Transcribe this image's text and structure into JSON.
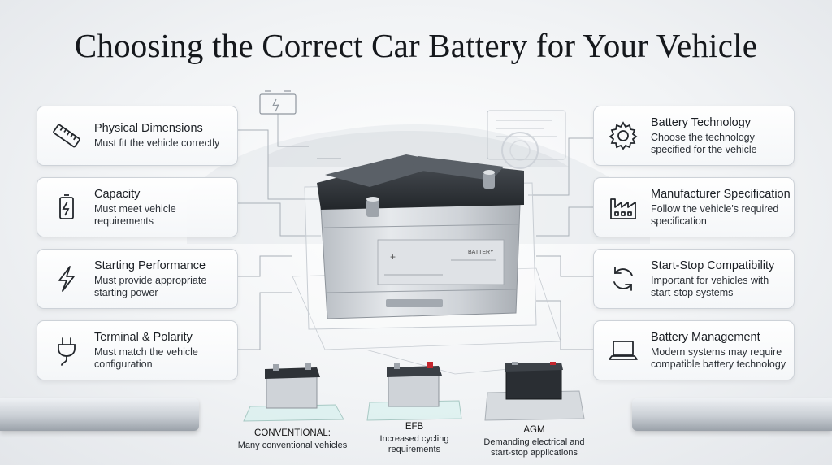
{
  "title": "Choosing the Correct Car Battery for Your Vehicle",
  "left_cards": [
    {
      "heading": "Physical Dimensions",
      "desc": "Must fit the vehicle correctly",
      "icon": "ruler-icon"
    },
    {
      "heading": "Capacity",
      "desc": "Must meet vehicle requirements",
      "icon": "battery-charge-icon"
    },
    {
      "heading": "Starting Performance",
      "desc": "Must provide appropriate starting power",
      "icon": "lightning-icon"
    },
    {
      "heading": "Terminal & Polarity",
      "desc": "Must match the vehicle configuration",
      "icon": "plug-icon"
    }
  ],
  "right_cards": [
    {
      "heading": "Battery Technology",
      "desc": "Choose the technology specified for the vehicle",
      "icon": "gear-icon"
    },
    {
      "heading": "Manufacturer Specification",
      "desc": "Follow the vehicle's required specification",
      "icon": "factory-icon"
    },
    {
      "heading": "Start-Stop Compatibility",
      "desc": "Important for vehicles with start-stop systems",
      "icon": "refresh-cycle-icon"
    },
    {
      "heading": "Battery Management",
      "desc": "Modern systems may require compatible battery technology",
      "icon": "laptop-icon"
    }
  ],
  "battery": {
    "label": "BATTERY"
  },
  "battery_types": [
    {
      "name": "CONVENTIONAL:",
      "desc": "Many conventional vehicles"
    },
    {
      "name": "EFB",
      "desc": "Increased cycling requirements"
    },
    {
      "name": "AGM",
      "desc": "Demanding electrical and start-stop applications"
    }
  ],
  "colors": {
    "accent_red": "#c4262e",
    "card_border": "#cdd2d8",
    "title": "#15181c"
  }
}
